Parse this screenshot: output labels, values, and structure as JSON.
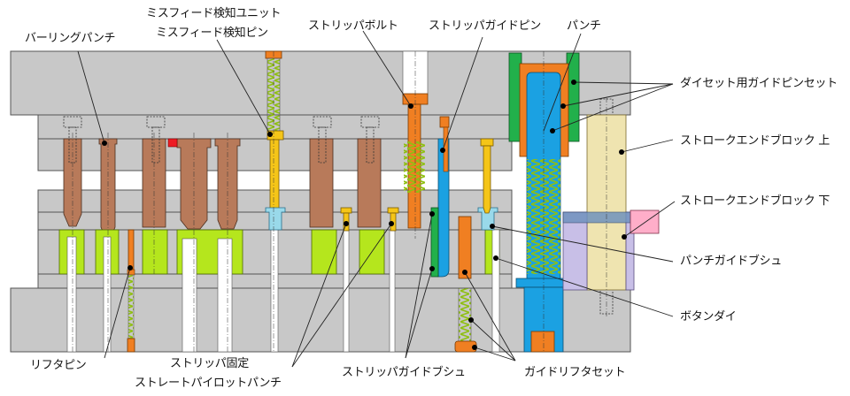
{
  "diagram": {
    "title": "プレス金型 断面構成図",
    "colors": {
      "plate": "#c8c8c8",
      "plate_stroke": "#555555",
      "punch": "#b87a5a",
      "retainer_insert": "#b5e61d",
      "spring": "#a6d61c",
      "orange_part": "#f07f22",
      "yellow_part": "#f5c518",
      "blue_part": "#1ba1e2",
      "green_part": "#22b04b",
      "light_blue": "#99d9ea",
      "red_marker": "#ed1c24",
      "stroke_block": "#efe4b0",
      "lavender": "#c8bfe7",
      "pink": "#ffaec9",
      "slate": "#7092be",
      "leader": "#222222"
    },
    "labels": {
      "burring_punch": "バーリングパンチ",
      "misfeed_unit": "ミスフィード検知ユニット",
      "misfeed_pin": "ミスフィード検知ピン",
      "stripper_bolt": "ストリッパボルト",
      "stripper_guide_pin": "ストリッパガイドピン",
      "punch": "パンチ",
      "die_set_guide_pin_set": "ダイセット用ガイドピンセット",
      "stroke_end_block_upper": "ストロークエンドブロック 上",
      "stroke_end_block_lower": "ストロークエンドブロック 下",
      "punch_guide_bush": "パンチガイドブシュ",
      "button_die": "ボタンダイ",
      "lifter_pin": "リフタピン",
      "stripper_fixed": "ストリッパ固定",
      "straight_pilot_punch": "ストレートパイロットパンチ",
      "stripper_guide_bush": "ストリッパガイドブシュ",
      "guide_lifter_set": "ガイドリフタセット"
    }
  }
}
